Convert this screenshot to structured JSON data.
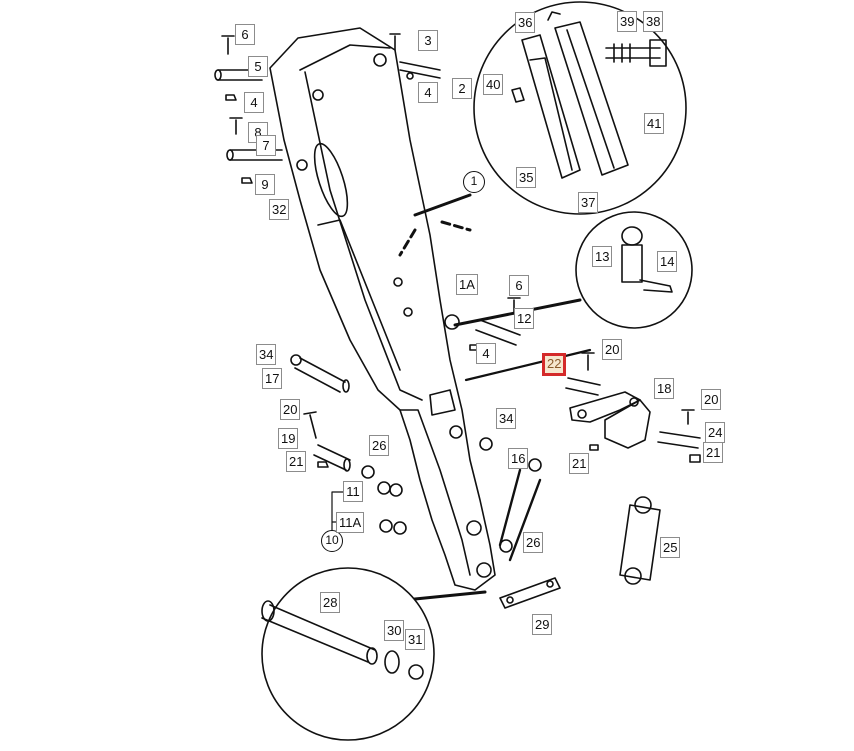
{
  "callouts": {
    "c6": "6",
    "c3": "3",
    "c36": "36",
    "c39": "39",
    "c38": "38",
    "c5": "5",
    "c4a": "4",
    "c40": "40",
    "c2": "2",
    "c4b": "4",
    "c8": "8",
    "c7": "7",
    "c41": "41",
    "c9": "9",
    "c32": "32",
    "c35": "35",
    "c37": "37",
    "c13": "13",
    "c14": "14",
    "c1A": "1A",
    "c6b": "6",
    "c12": "12",
    "c4c": "4",
    "c34a": "34",
    "c17": "17",
    "c22": "22",
    "c20a": "20",
    "c18": "18",
    "c20b": "20",
    "c20c": "20",
    "c19": "19",
    "c34b": "34",
    "c24": "24",
    "c26a": "26",
    "c21a": "21",
    "c16": "16",
    "c21b": "21",
    "c21c": "21",
    "c11": "11",
    "c11A": "11A",
    "c26b": "26",
    "c25": "25",
    "c28": "28",
    "c30": "30",
    "c31": "31",
    "c29": "29"
  },
  "circled": {
    "main": "1",
    "sub": "10"
  },
  "highlight": {
    "color": "#d42a2a",
    "label": "22"
  }
}
